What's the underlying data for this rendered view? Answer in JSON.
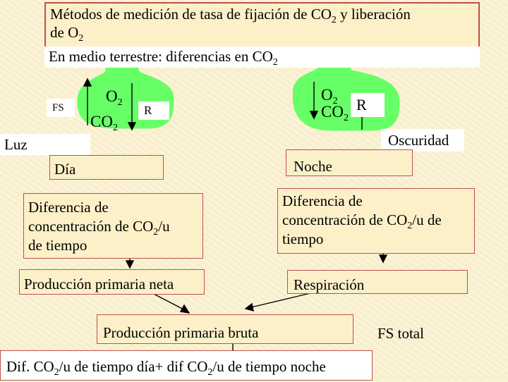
{
  "title": {
    "line1": "Métodos de medición de tasa de fijación de CO",
    "line1_sub": "2",
    "line1_end": " y liberación",
    "line2": "de O",
    "line2_sub": "2",
    "line3": "En medio terrestre: diferencias en CO",
    "line3_sub": "2"
  },
  "left_chamber": {
    "fs": "FS",
    "o2": "O",
    "o2_sub": "2",
    "co2": "CO",
    "co2_sub": "2",
    "r": "R"
  },
  "right_chamber": {
    "o2": "O",
    "o2_sub": "2",
    "co2": "CO",
    "co2_sub": "2",
    "r": "R"
  },
  "luz": "Luz",
  "oscuridad": "Oscuridad",
  "dia": "Día",
  "noche": "Noche",
  "dif_left": {
    "line1": "Diferencia de",
    "line2": "concentración de CO",
    "sub": "2",
    "line2_end": "/u",
    "line3": "de tiempo"
  },
  "dif_right": {
    "line1": "Diferencia de",
    "line2": "concentración de CO",
    "sub": "2",
    "line2_end": "/u de",
    "line3": "tiempo"
  },
  "produccion_neta": "Producción primaria neta",
  "respiracion": "Respiración",
  "produccion_bruta": "Producción primaria bruta",
  "fs_total": "FS total",
  "formula": {
    "part1": "Dif. CO",
    "sub1": "2",
    "part2": "/u de tiempo día+ dif CO",
    "sub2": "2",
    "part3": "/u de tiempo noche"
  },
  "colors": {
    "chamber": "#66ff66",
    "box_fill": "#fbf0c8",
    "box_border": "#c0504d",
    "background": "#fbf3d6"
  }
}
